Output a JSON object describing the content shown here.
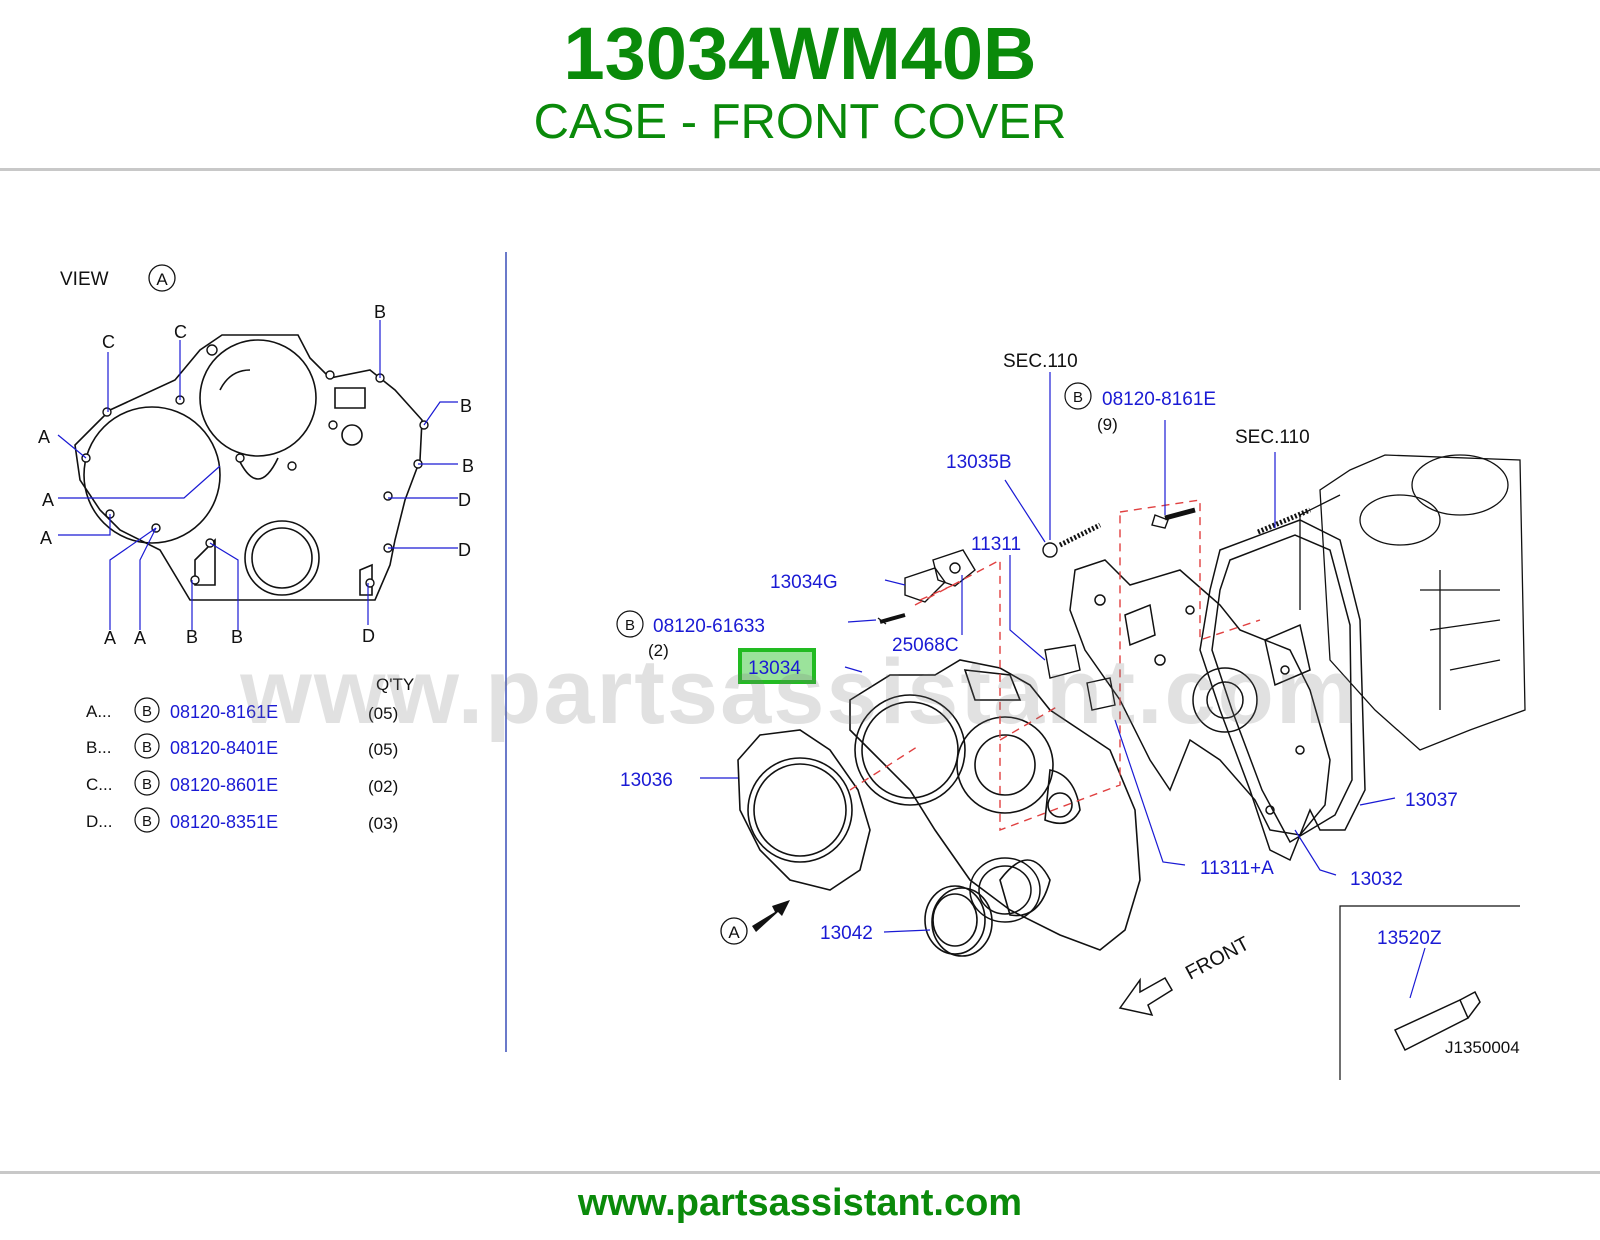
{
  "header": {
    "part_number": "13034WM40B",
    "part_name": "CASE - FRONT COVER"
  },
  "footer": {
    "url": "www.partsassistant.com"
  },
  "watermark": "www.partsassistant.com",
  "colors": {
    "brand_green": "#0a8a0a",
    "link_blue": "#1a1ad4",
    "dash_red": "#e04040",
    "highlight_green": "#22bb22",
    "highlight_fill": "#9be39b"
  },
  "view_panel": {
    "view_label": "VIEW",
    "view_marker": "A",
    "qty_header": "Q'TY",
    "callouts": [
      "C",
      "C",
      "B",
      "B",
      "B",
      "D",
      "D",
      "A",
      "A",
      "A",
      "A",
      "A",
      "B",
      "B",
      "D"
    ],
    "bolt_table": [
      {
        "key": "A...",
        "marker": "B",
        "part": "08120-8161E",
        "qty": "(05)"
      },
      {
        "key": "B...",
        "marker": "B",
        "part": "08120-8401E",
        "qty": "(05)"
      },
      {
        "key": "C...",
        "marker": "B",
        "part": "08120-8601E",
        "qty": "(02)"
      },
      {
        "key": "D...",
        "marker": "B",
        "part": "08120-8351E",
        "qty": "(03)"
      }
    ]
  },
  "main_diagram": {
    "sec_110_a": "SEC.110",
    "sec_110_b": "SEC.110",
    "bolt_top": {
      "marker": "B",
      "part": "08120-8161E",
      "qty": "(9)"
    },
    "bolt_left": {
      "marker": "B",
      "part": "08120-61633",
      "qty": "(2)"
    },
    "part_13035B": "13035B",
    "part_11311": "11311",
    "part_13034G": "13034G",
    "part_25068C": "25068C",
    "part_13034_selected": "13034",
    "part_13036": "13036",
    "part_13037": "13037",
    "part_11311A": "11311+A",
    "part_13032": "13032",
    "part_13042": "13042",
    "part_13520Z": "13520Z",
    "view_arrow_marker": "A",
    "front_label": "FRONT",
    "diagram_id": "J1350004"
  }
}
